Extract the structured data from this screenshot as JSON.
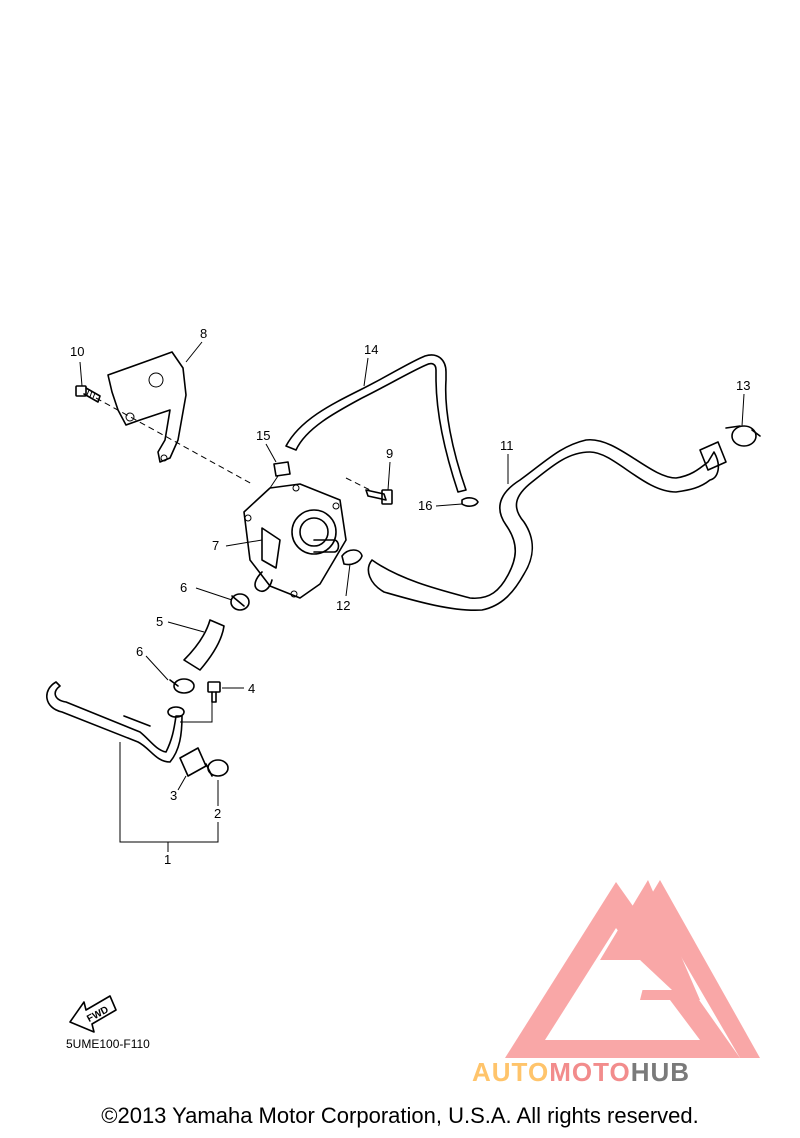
{
  "callouts": {
    "c1": "1",
    "c2": "2",
    "c3": "3",
    "c4": "4",
    "c5": "5",
    "c6a": "6",
    "c6b": "6",
    "c7": "7",
    "c8": "8",
    "c9": "9",
    "c10": "10",
    "c11": "11",
    "c12": "12",
    "c13": "13",
    "c14": "14",
    "c15": "15",
    "c16": "16"
  },
  "fwd_label": "FWD",
  "diagram_code": "5UME100-F110",
  "watermark": {
    "brand_part1": "AUTO",
    "brand_part2": "MOTO",
    "brand_part3": "HUB",
    "logo_color": "#f9a3a3"
  },
  "copyright": "©2013 Yamaha Motor Corporation, U.S.A. All rights reserved."
}
